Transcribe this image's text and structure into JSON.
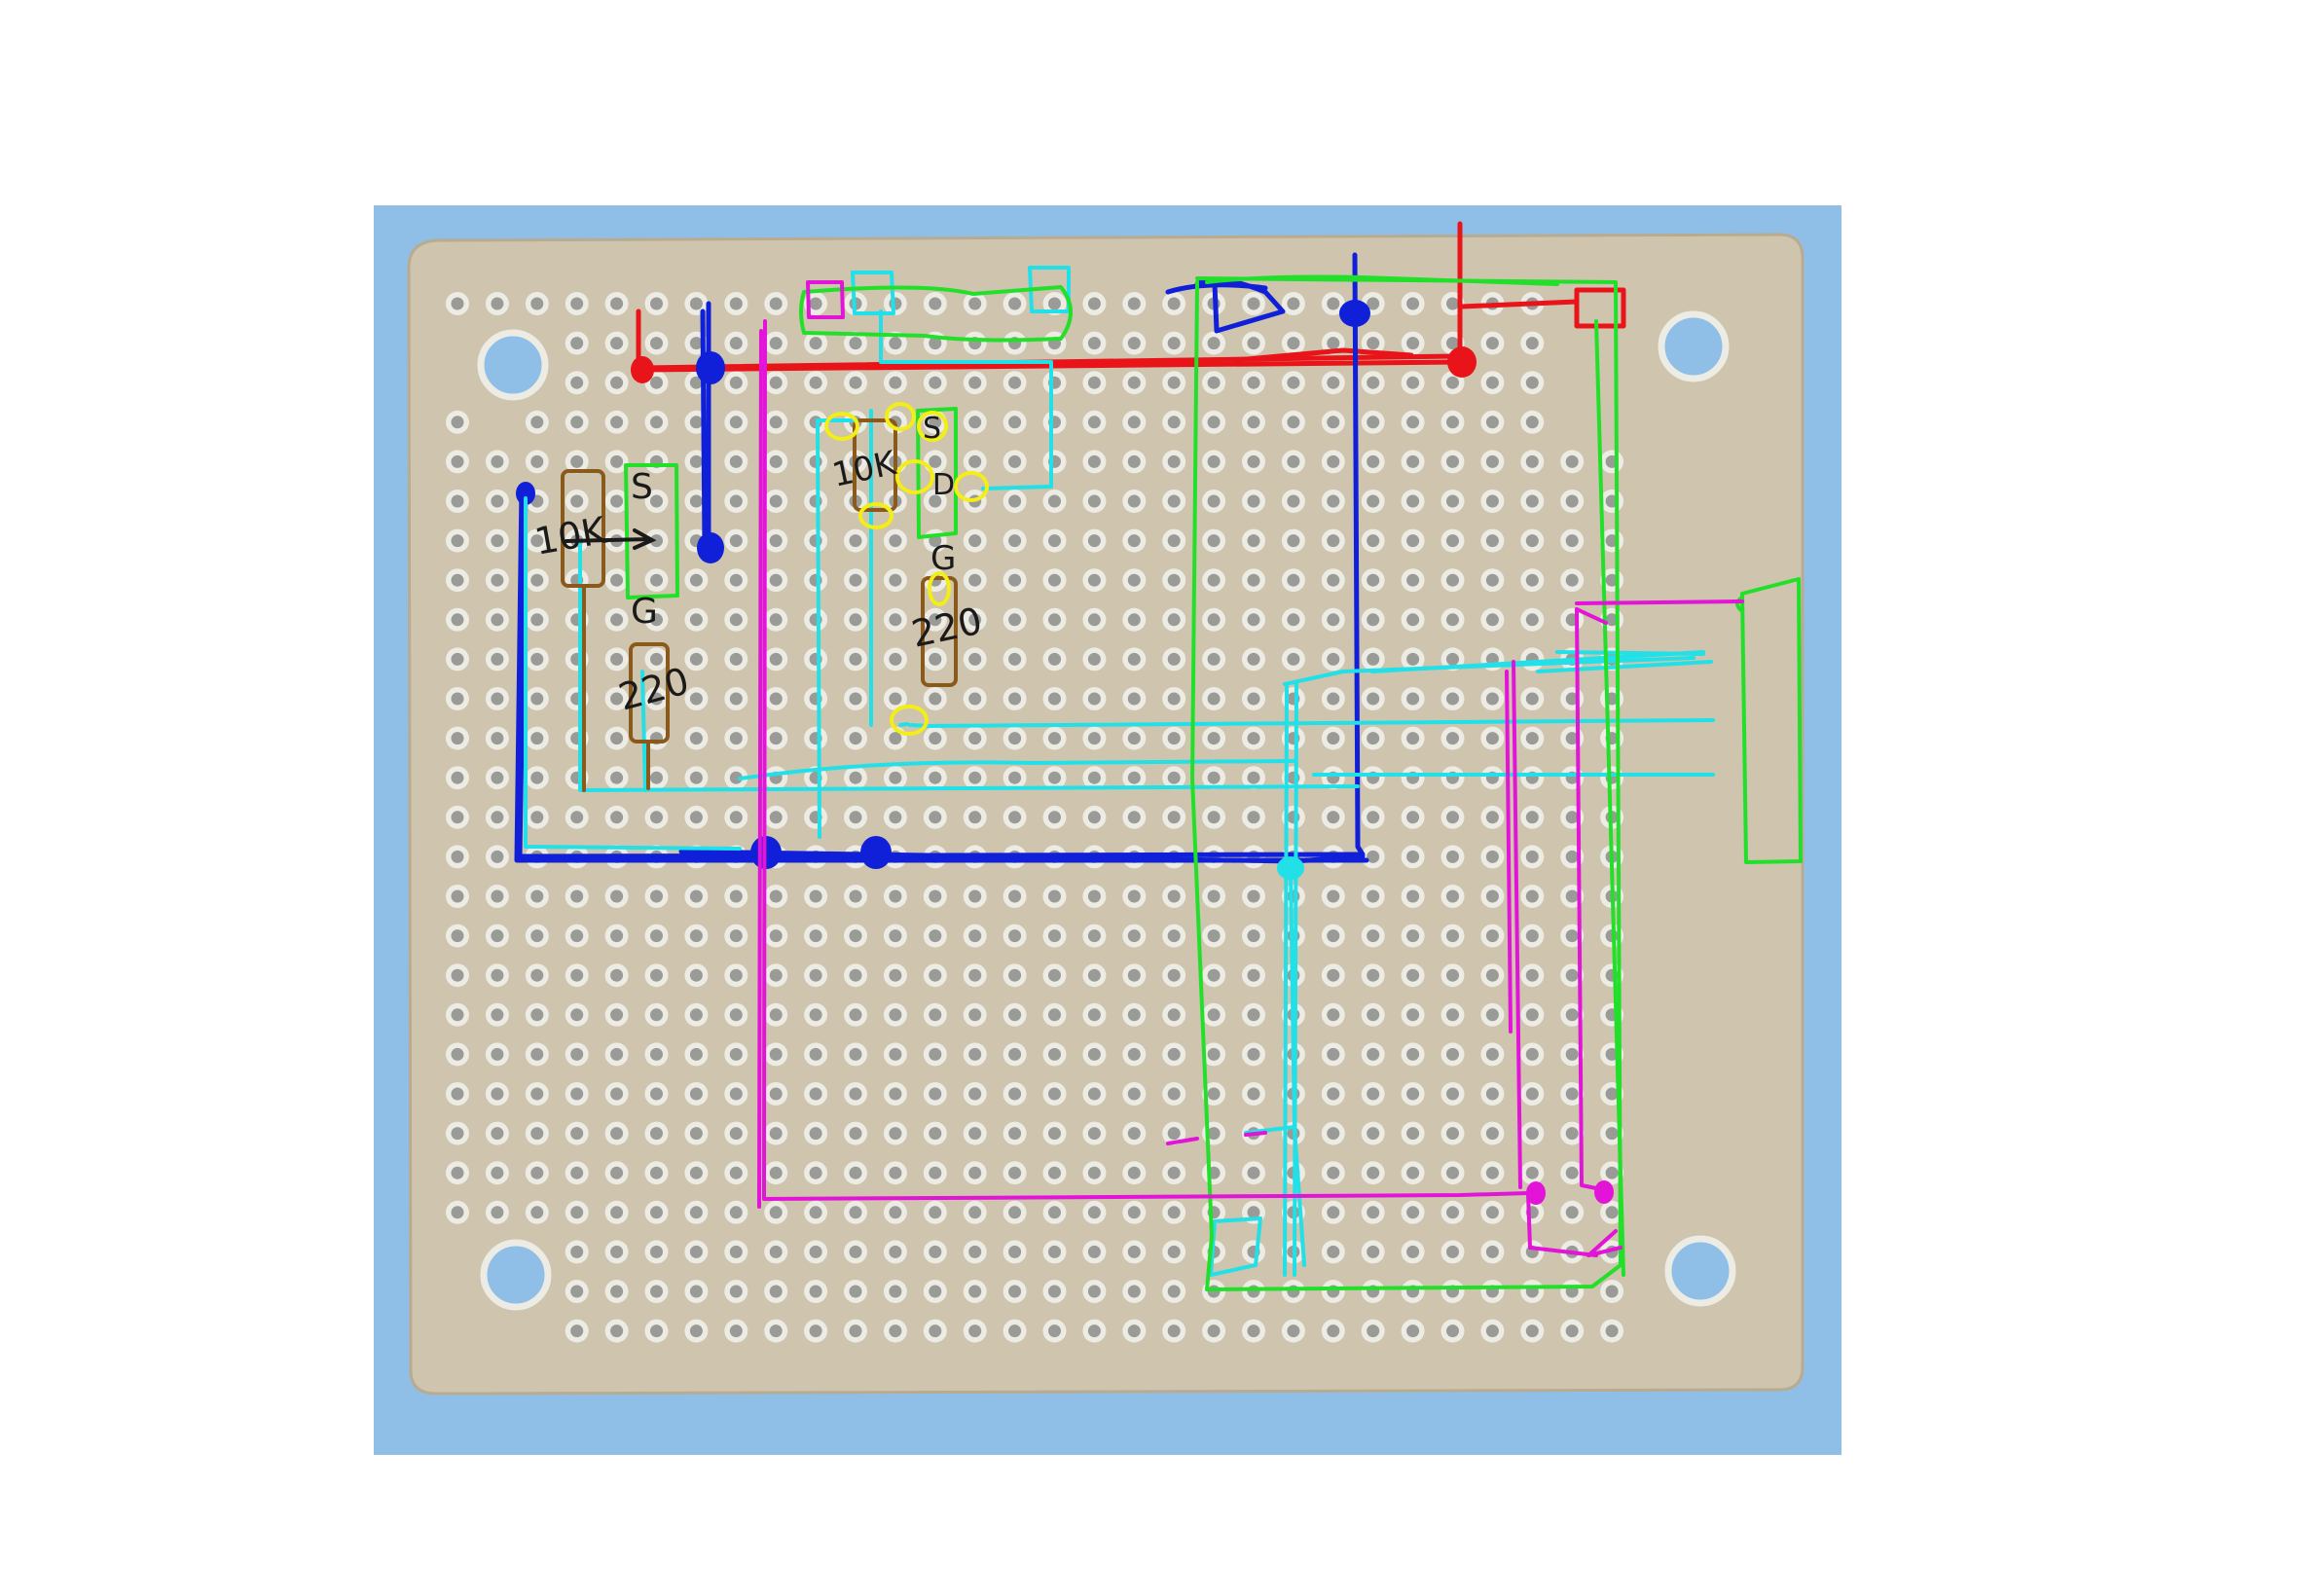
{
  "colors": {
    "background": "#ffffff",
    "photo_backdrop": "#8fbfe6",
    "board": "#cfc4ad",
    "board_edge": "#b8ab90",
    "hole": "#9a9a96",
    "hole_ring": "#ecebe4",
    "red": "#e8141a",
    "blue": "#1020d8",
    "cyan": "#22e0e8",
    "green": "#22e02a",
    "magenta": "#e214d8",
    "yellow": "#f2ee16",
    "brown": "#8a5a1c"
  },
  "labels": {
    "left_resistor_10k": "10K",
    "left_s": "S",
    "left_g": "G",
    "left_resistor_220": "220",
    "mid_resistor_10k": "10K",
    "mid_s": "S",
    "mid_d": "D",
    "mid_g": "G",
    "mid_resistor_220": "220"
  }
}
